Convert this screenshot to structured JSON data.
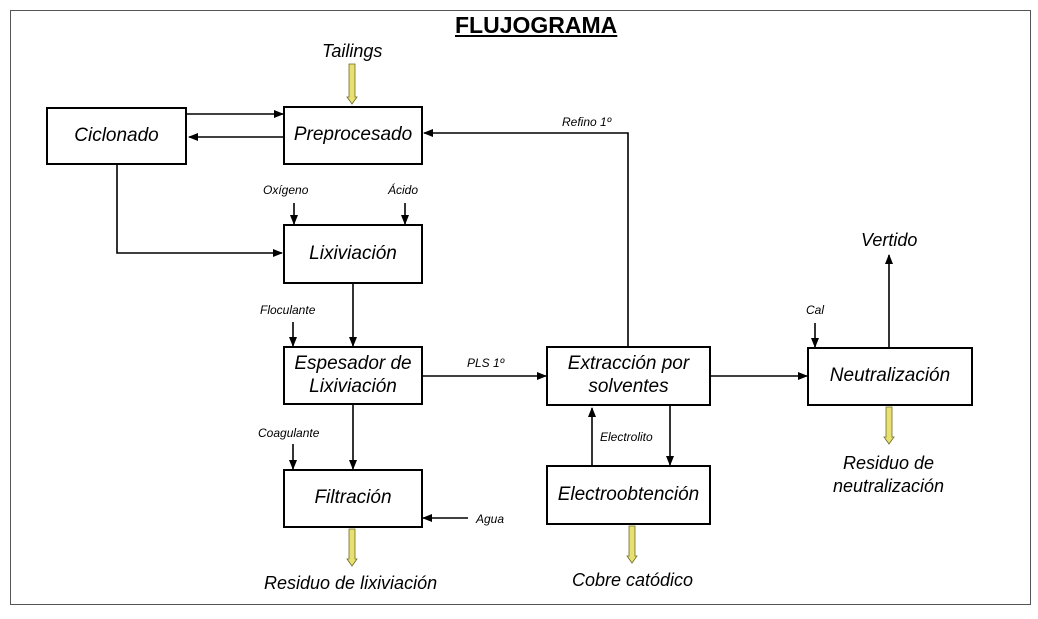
{
  "title": "FLUJOGRAMA",
  "nodes": {
    "ciclonado": "Ciclonado",
    "preprocesado": "Preprocesado",
    "lixiviacion": "Lixiviación",
    "espesador": [
      "Espesador de",
      "Lixiviación"
    ],
    "filtracion": "Filtración",
    "extraccion": [
      "Extracción por",
      "solventes"
    ],
    "electroobtencion": "Electroobtención",
    "neutralizacion": "Neutralización"
  },
  "labels": {
    "tailings": "Tailings",
    "refino": "Refino 1º",
    "oxigeno": "Oxígeno",
    "acido": "Ácido",
    "floculante": "Floculante",
    "pls": "PLS 1º",
    "coagulante": "Coagulante",
    "agua": "Agua",
    "electrolito": "Electrolito",
    "cal": "Cal",
    "vertido": "Vertido",
    "residuo_lixiviacion": "Residuo de lixiviación",
    "cobre": "Cobre catódico",
    "residuo_neutralizacion": [
      "Residuo de",
      "neutralización"
    ]
  },
  "colors": {
    "product_arrow": "#e8e070",
    "line": "#000000"
  }
}
